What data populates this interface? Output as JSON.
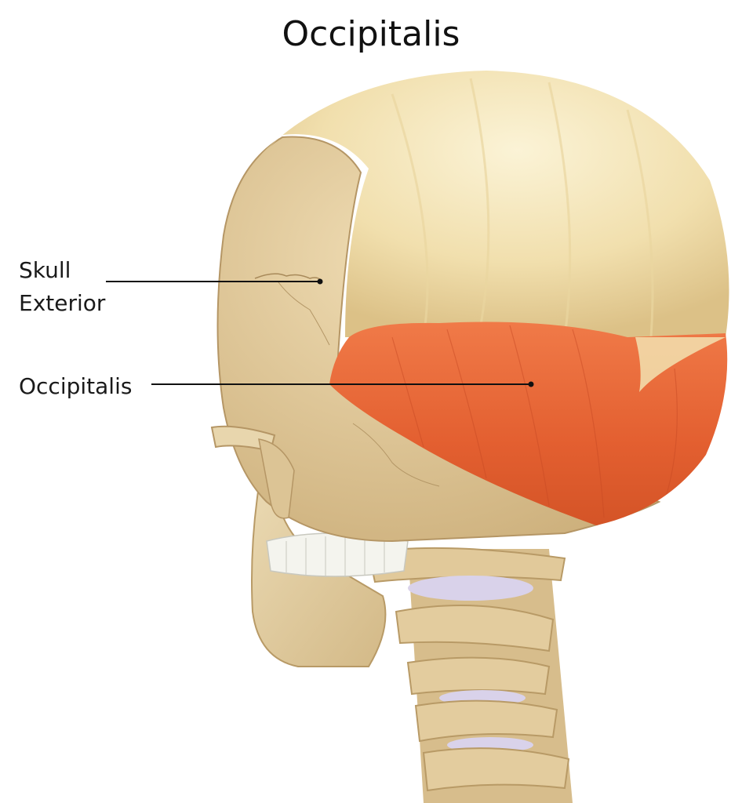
{
  "title": "Occipitalis",
  "labels": {
    "skull_exterior": "Skull\nExterior",
    "occipitalis": "Occipitalis"
  },
  "colors": {
    "bone": "#e6d3a8",
    "bone_shadow": "#c9ae7a",
    "aponeurosis": "#f2e2b0",
    "muscle": "#e8673a",
    "muscle_dark": "#c84a24",
    "disc": "#d9d2ea",
    "leader_line": "#111111"
  }
}
